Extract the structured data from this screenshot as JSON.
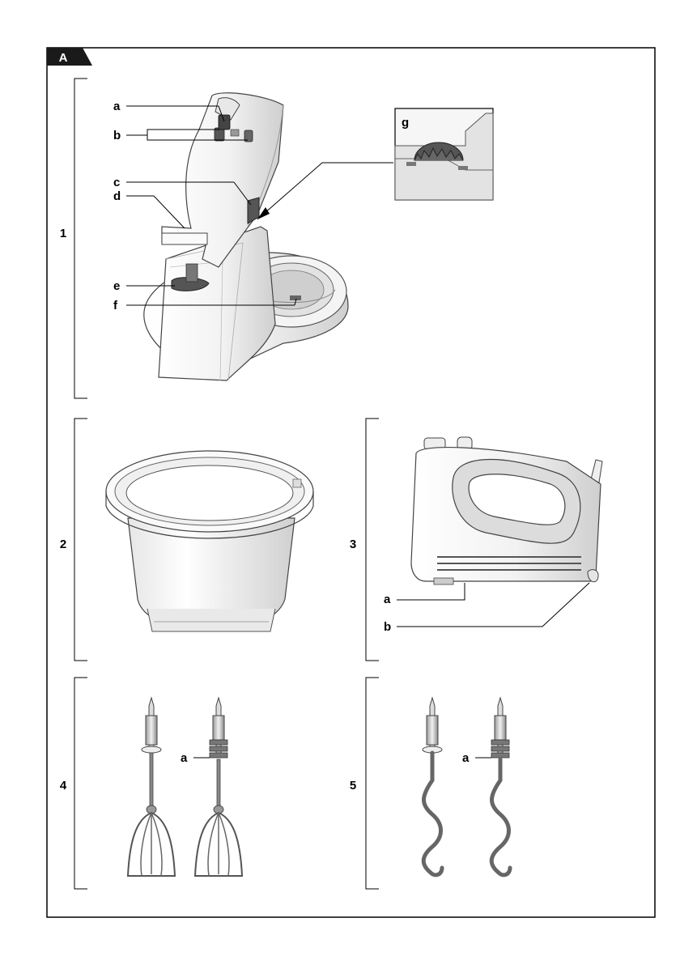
{
  "panel": {
    "tab_label": "A"
  },
  "sections": [
    {
      "number": "1",
      "callouts": [
        "a",
        "b",
        "c",
        "d",
        "e",
        "f"
      ],
      "inset_label": "g"
    },
    {
      "number": "2"
    },
    {
      "number": "3",
      "callouts": [
        "a",
        "b"
      ]
    },
    {
      "number": "4",
      "callouts": [
        "a"
      ]
    },
    {
      "number": "5",
      "callouts": [
        "a"
      ]
    }
  ],
  "colors": {
    "frame": "#000000",
    "tab_background": "#1a1a1a",
    "tab_text": "#ffffff",
    "body_fill": "#efefef",
    "shade": "#d4d4d4",
    "dark_part": "#555555",
    "metal": "#c8c8c8"
  }
}
